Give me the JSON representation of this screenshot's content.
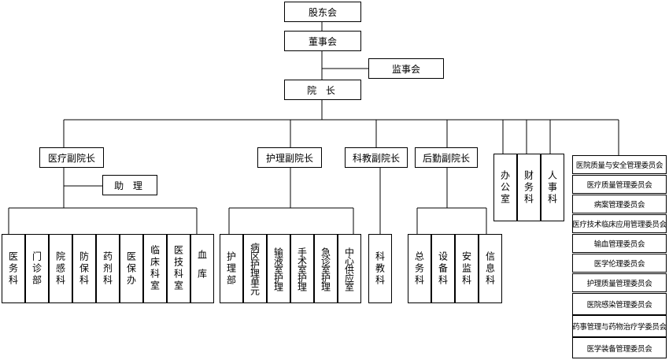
{
  "top": {
    "shareholders": "股东会",
    "board": "董事会",
    "supervisors": "监事会",
    "president": "院 长"
  },
  "vp": {
    "medical": "医疗副院长",
    "nursing": "护理副院长",
    "research": "科教副院长",
    "logistics": "后勤副院长"
  },
  "assistant": "助 理",
  "admin": [
    "办公室",
    "财务科",
    "人事科"
  ],
  "medical_depts": [
    "医务科",
    "门诊部",
    "院感科",
    "防保科",
    "药剂科",
    "医保办",
    "临床科室",
    "医技科室",
    "血库"
  ],
  "nursing_depts": [
    "护理部",
    "病区护理单元",
    "输液室护理",
    "手术室护理",
    "急诊室护理",
    "中心供应室"
  ],
  "research_depts": [
    "科教科"
  ],
  "logistics_depts": [
    "总务科",
    "设备科",
    "安监科",
    "信息科"
  ],
  "committees": [
    "医院质量与安全管理委员会",
    "医疗质量管理委员会",
    "病案管理委员会",
    "医疗技术临床应用管理委员会",
    "输血管理委员会",
    "医学伦理委员会",
    "护理质量管理委员会",
    "医院感染管理委员会",
    "药事管理与药物治疗学委员会",
    "医学装备管理委员会"
  ]
}
